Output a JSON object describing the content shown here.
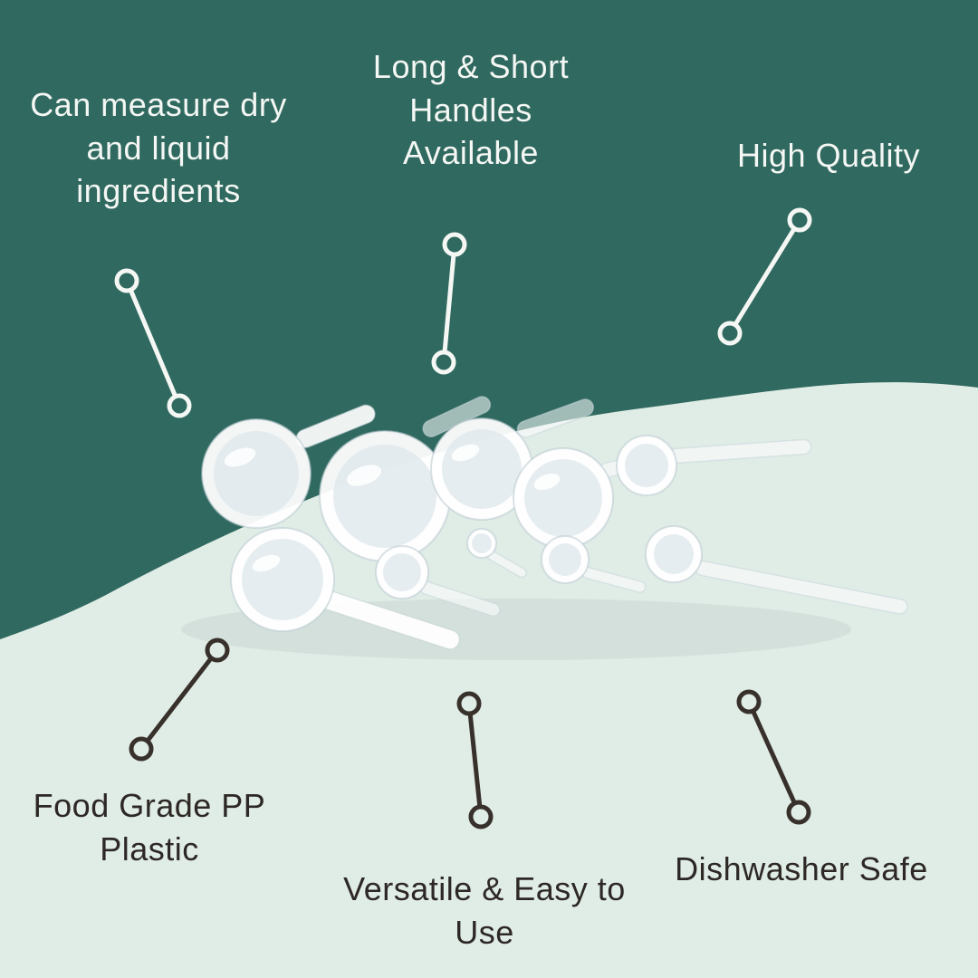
{
  "colors": {
    "teal": "#30695f",
    "mint": "#e0ece6",
    "light_text": "#f4f7f4",
    "dark_text": "#2d2825",
    "connector_light": "#f4f7f4",
    "connector_dark": "#38302b"
  },
  "callouts": {
    "top_left": {
      "label": "Can measure dry\nand liquid\ningredients"
    },
    "top_center": {
      "label": "Long & Short\nHandles\nAvailable"
    },
    "top_right": {
      "label": "High Quality"
    },
    "bottom_left": {
      "label": "Food Grade PP\nPlastic"
    },
    "bottom_center": {
      "label": "Versatile & Easy to\nUse"
    },
    "bottom_right": {
      "label": "Dishwasher Safe"
    }
  },
  "product": {
    "icon": "measuring-scoops-image"
  }
}
